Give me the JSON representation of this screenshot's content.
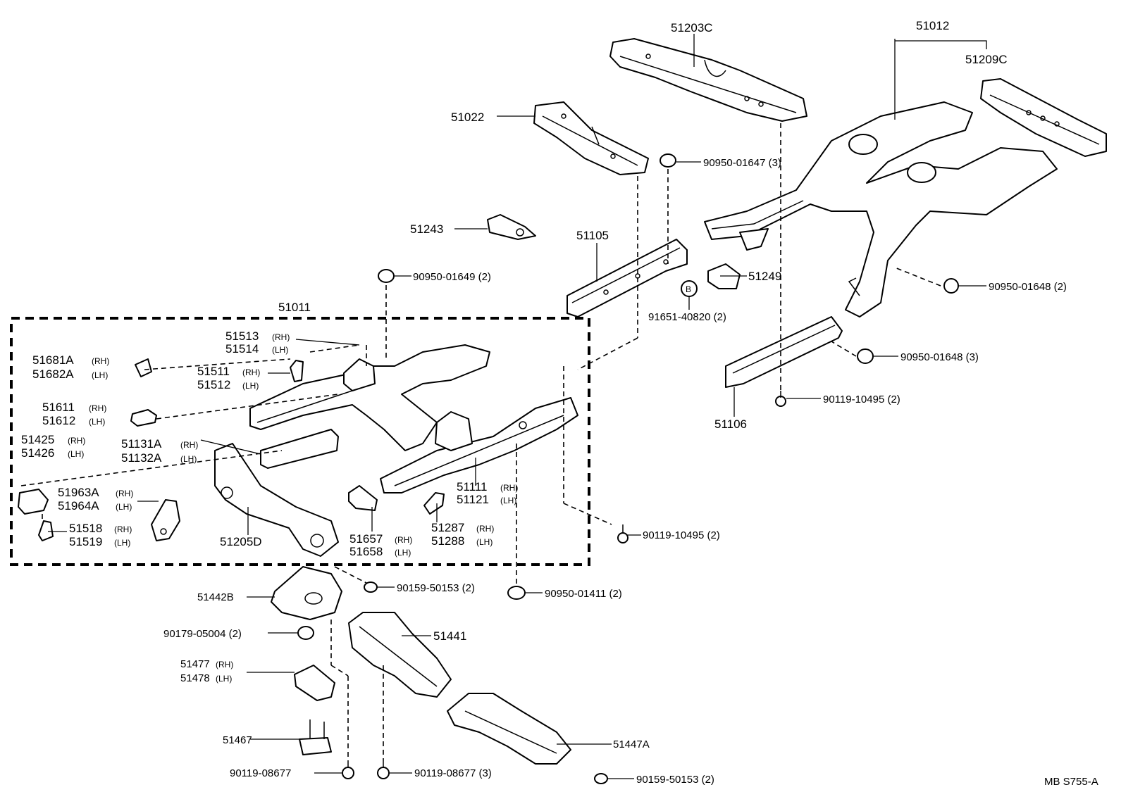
{
  "labels": {
    "p51203C": "51203C",
    "p51012": "51012",
    "p51209C": "51209C",
    "p51022": "51022",
    "p90950_01647": "90950-01647 (3)",
    "p51243": "51243",
    "p51105": "51105",
    "p90950_01649": "90950-01649 (2)",
    "p51249": "51249",
    "p91651_40820": "91651-40820 (2)",
    "p90950_01648a": "90950-01648 (2)",
    "p90950_01648b": "90950-01648 (3)",
    "p90119_10495a": "90119-10495 (2)",
    "p51106": "51106",
    "p51011": "51011",
    "p51513": "51513",
    "p51514": "51514",
    "p51681A": "51681A",
    "p51682A": "51682A",
    "p51511": "51511",
    "p51512": "51512",
    "p51611": "51611",
    "p51612": "51612",
    "p51425": "51425",
    "p51426": "51426",
    "p51131A": "51131A",
    "p51132A": "51132A",
    "p51963A": "51963A",
    "p51964A": "51964A",
    "p51518": "51518",
    "p51519": "51519",
    "p51205D": "51205D",
    "p51111": "51111",
    "p51121": "51121",
    "p51287": "51287",
    "p51288": "51288",
    "p51657": "51657",
    "p51658": "51658",
    "p90119_10495b": "90119-10495 (2)",
    "p51442B": "51442B",
    "p90159_50153a": "90159-50153 (2)",
    "p90950_01411": "90950-01411 (2)",
    "p90179_05004": "90179-05004 (2)",
    "p51441": "51441",
    "p51477": "51477",
    "p51478": "51478",
    "p51467": "51467",
    "p51447A": "51447A",
    "p90119_08677a": "90119-08677",
    "p90119_08677b": "90119-08677 (3)",
    "p90159_50153b": "90159-50153 (2)",
    "rh": "(RH)",
    "lh": "(LH)",
    "callout_b": "B",
    "diagram_code": "MB  S755-A"
  }
}
